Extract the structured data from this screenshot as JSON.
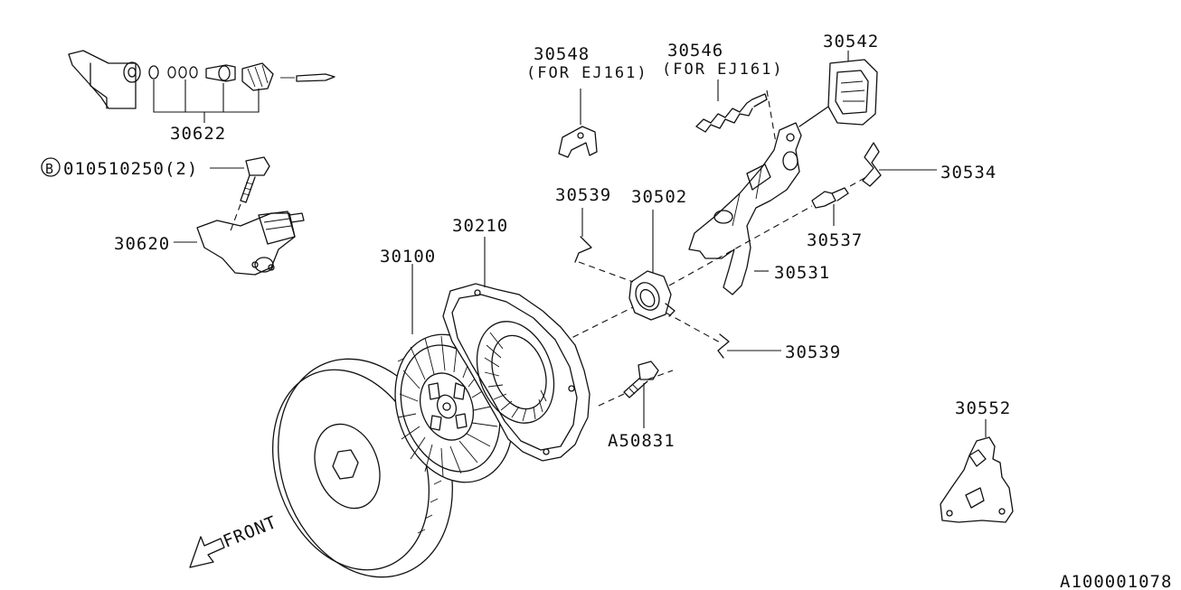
{
  "diagram": {
    "figure_id": "A100001078",
    "front_label": "FRONT",
    "bolt_ref": {
      "circle_letter": "B",
      "text": "010510250(2)"
    },
    "parts": {
      "p30622": "30622",
      "p30620": "30620",
      "p30548": "30548",
      "p30548_note": "(FOR EJ161)",
      "p30546": "30546",
      "p30546_note": "(FOR EJ161)",
      "p30542": "30542",
      "p30534": "30534",
      "p30537": "30537",
      "p30531": "30531",
      "p30539_top": "30539",
      "p30539_bottom": "30539",
      "p30502": "30502",
      "p30210": "30210",
      "p30100": "30100",
      "pA50831": "A50831",
      "p30552": "30552"
    }
  }
}
